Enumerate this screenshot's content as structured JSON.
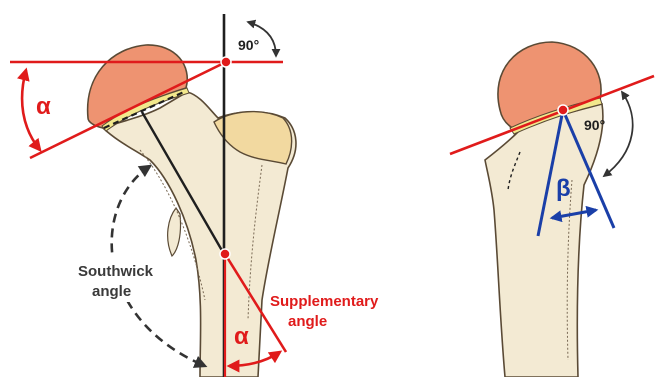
{
  "labels": {
    "right_angle_left": "90°",
    "right_angle_right": "90°",
    "alpha_top": "α",
    "alpha_bottom": "α",
    "beta": "β",
    "southwick_line1": "Southwick",
    "southwick_line2": "angle",
    "supplementary_line1": "Supplementary",
    "supplementary_line2": "angle"
  },
  "colors": {
    "bone_fill": "#f3ead3",
    "bone_outline": "#5a4a35",
    "femoral_head": "#ee9371",
    "greater_trochanter": "#f2d9a0",
    "growth_plate": "#f2e88c",
    "red_lines": "#e01b1b",
    "shaft_axis": "#1f1f1f",
    "beta_lines": "#1a3fa8",
    "label_dark": "#3a3a3a"
  }
}
